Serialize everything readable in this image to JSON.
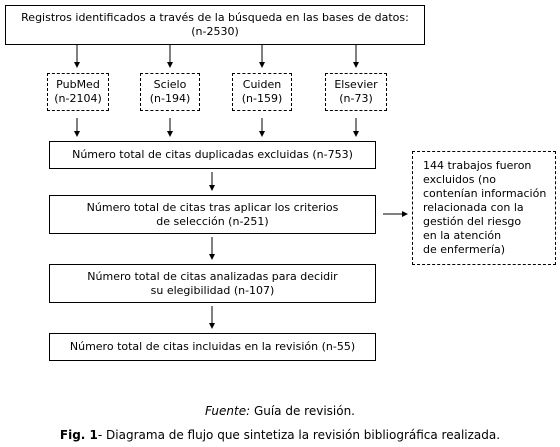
{
  "diagram": {
    "top_box": {
      "line1": "Registros identificados a través de la búsqueda en las bases de datos:",
      "line2": "(n-2530)"
    },
    "databases": [
      {
        "name": "PubMed",
        "count": "(n-2104)"
      },
      {
        "name": "Scielo",
        "count": "(n-194)"
      },
      {
        "name": "Cuiden",
        "count": "(n-159)"
      },
      {
        "name": "Elsevier",
        "count": "(n-73)"
      }
    ],
    "duplicates_box": "Número total de citas duplicadas excluidas (n-753)",
    "criteria_box": {
      "line1": "Número total de citas tras aplicar los criterios",
      "line2": "de selección (n-251)"
    },
    "excluded_box": {
      "lines": [
        "144 trabajos fueron",
        "excluidos (no",
        "contenían información",
        "relacionada con la",
        "gestión del riesgo",
        "en la atención",
        "de enfermería)"
      ]
    },
    "analyzed_box": {
      "line1": "Número total de citas analizadas para decidir",
      "line2": "su elegibilidad (n-107)"
    },
    "included_box": "Número total de citas incluidas en la revisión (n-55)"
  },
  "caption": {
    "source_label": "Fuente:",
    "source_text": " Guía de revisión.",
    "figure_label": "Fig. 1",
    "figure_text": "- Diagrama de flujo que sintetiza la revisión bibliográfica realizada."
  }
}
